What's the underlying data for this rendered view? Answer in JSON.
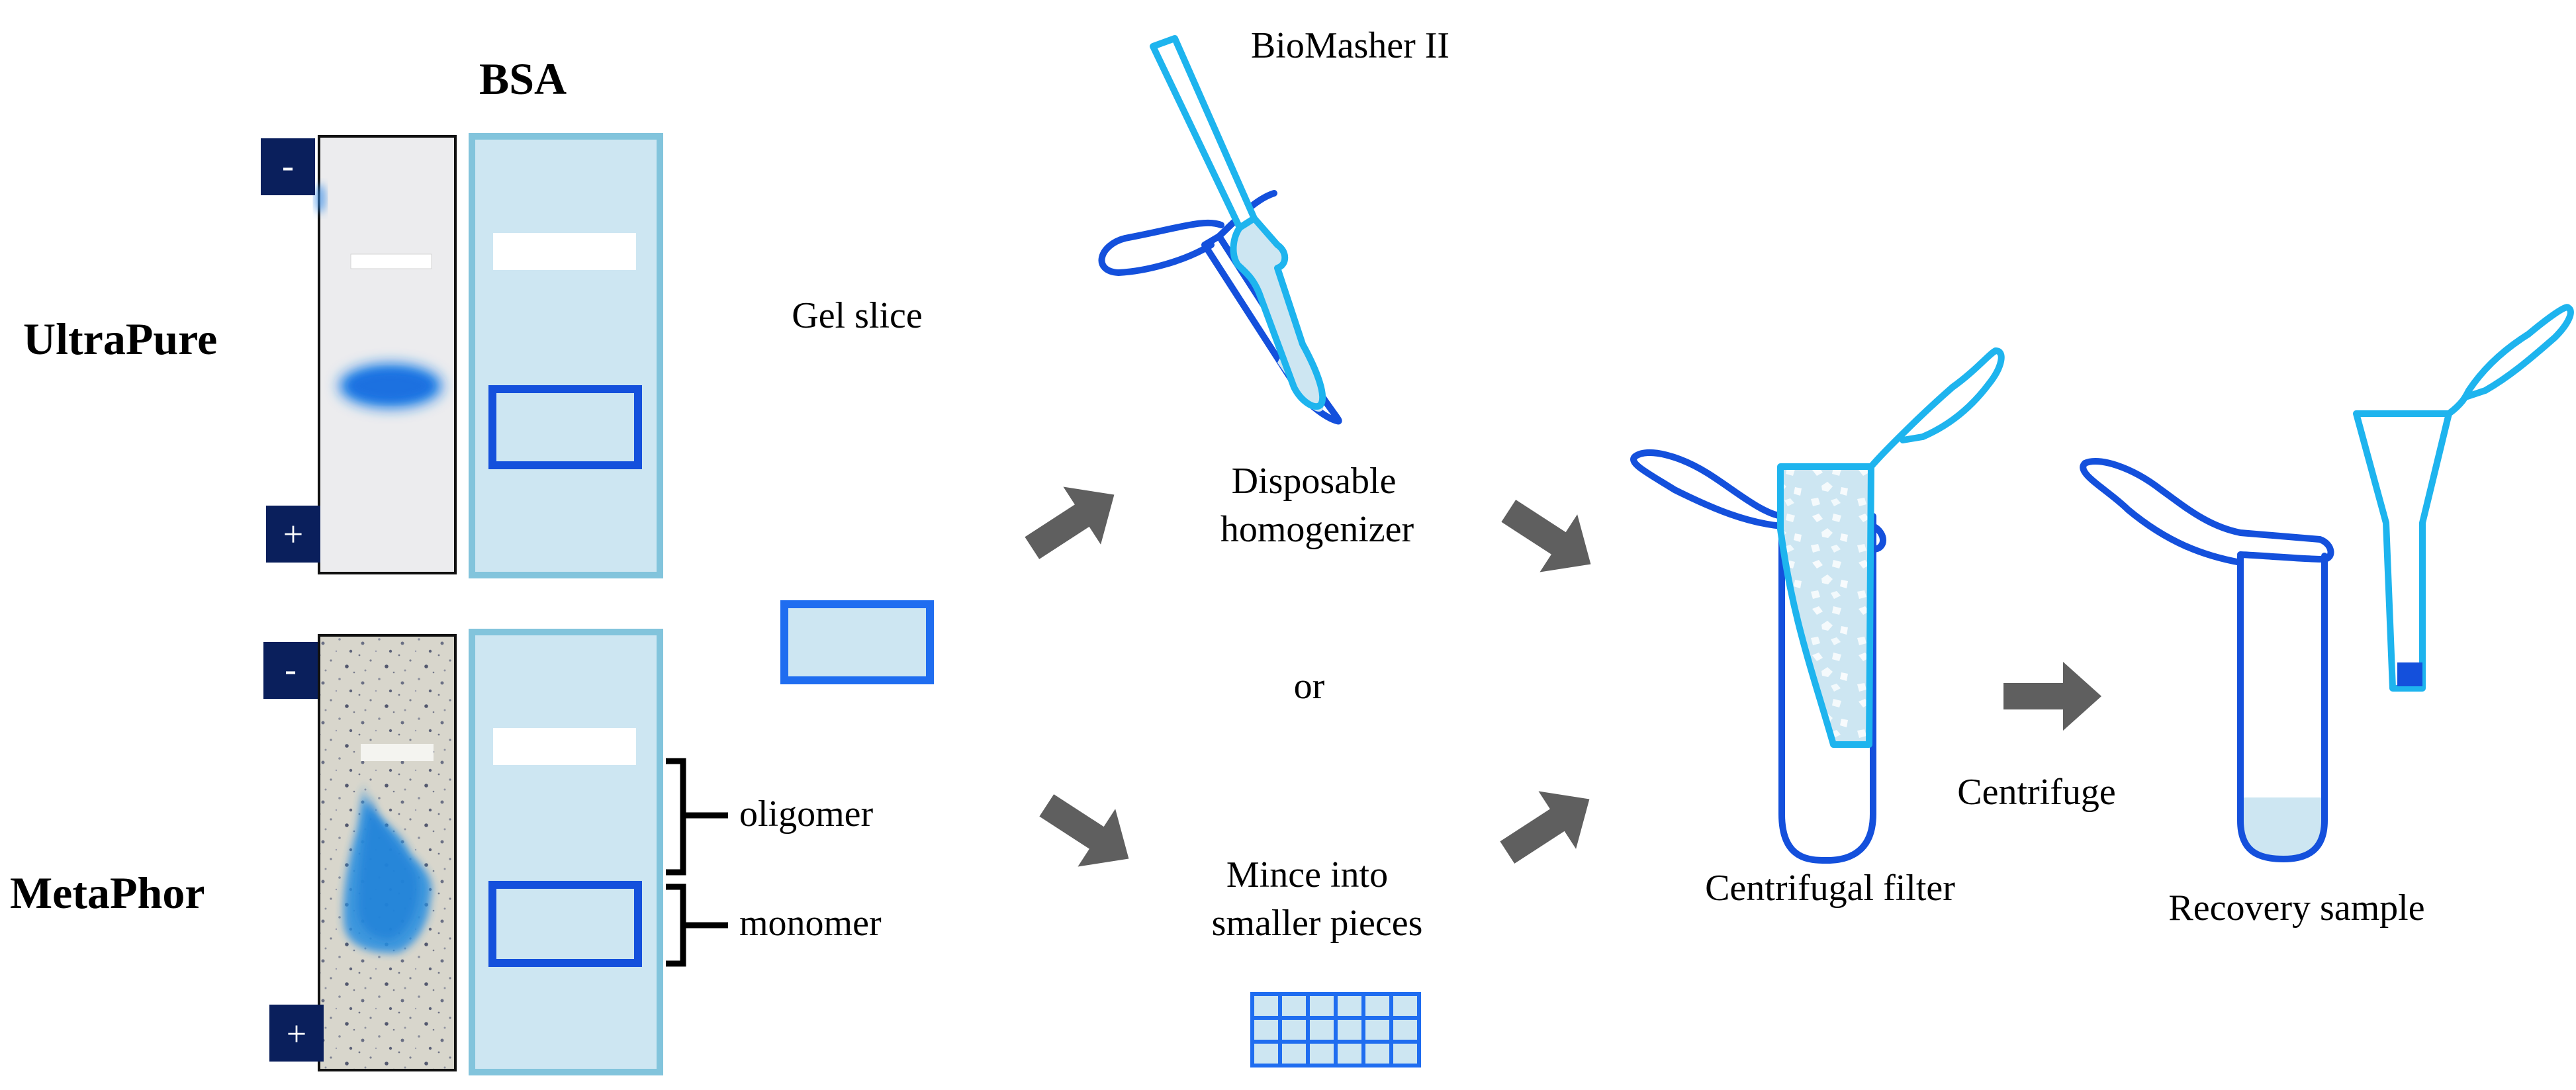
{
  "header": {
    "protein": "BSA"
  },
  "rows": [
    {
      "name": "UltraPure"
    },
    {
      "name": "MetaPhor"
    }
  ],
  "electrodes": {
    "negative": "-",
    "positive": "+"
  },
  "band_labels": {
    "oligomer": "oligomer",
    "monomer": "monomer"
  },
  "step_labels": {
    "gel_slice": "Gel slice",
    "biomasher": "BioMasher II",
    "homogenizer_line1": "Disposable",
    "homogenizer_line2": "homogenizer",
    "or": "or",
    "mince_line1": "Mince into",
    "mince_line2": "smaller pieces",
    "centrifugal_filter": "Centrifugal filter",
    "centrifuge": "Centrifuge",
    "recovery_sample": "Recovery sample"
  },
  "colors": {
    "dark_blue": "#1450dc",
    "mid_blue": "#1f6df0",
    "light_cyan": "#1eb4ee",
    "pale_fill": "#cde6f2",
    "panel_border": "#82c4dc",
    "electrode_box": "#0a1f5c",
    "arrow_gray": "#5f5f5f",
    "stain_blue": "#1f8ee6"
  }
}
